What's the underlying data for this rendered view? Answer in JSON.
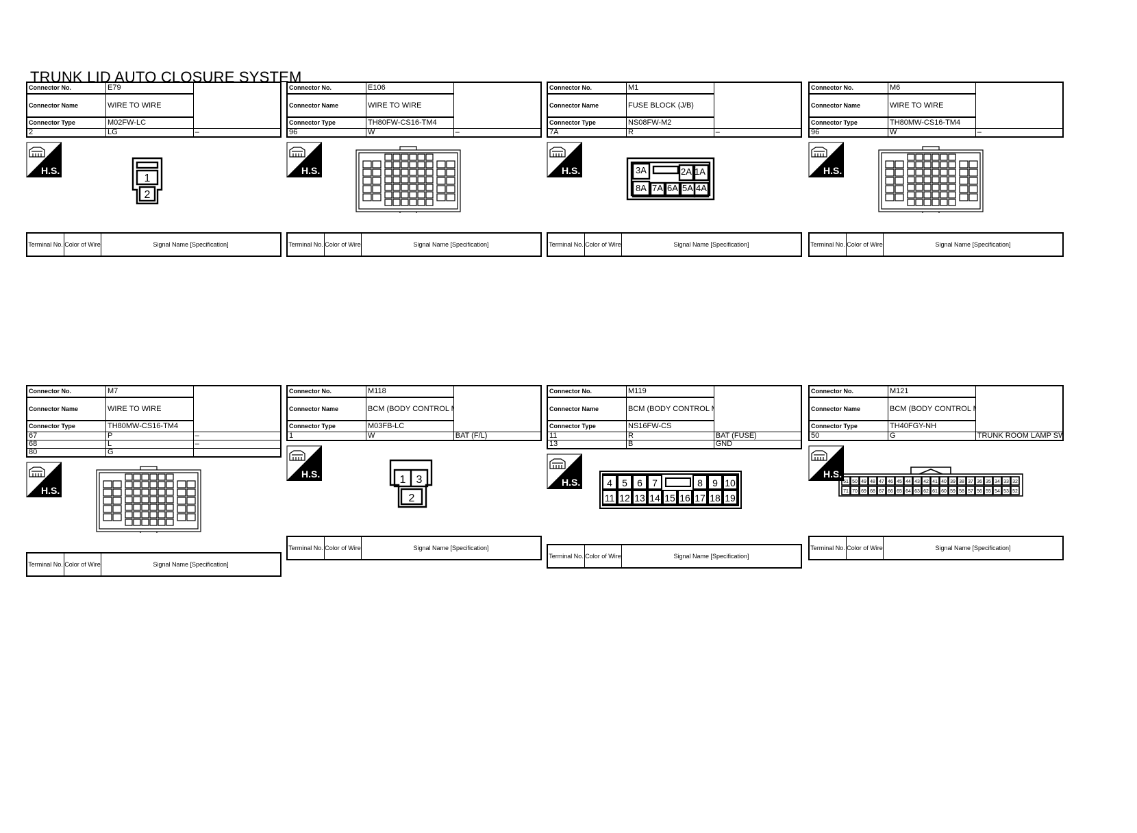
{
  "page_title": "TRUNK LID AUTO CLOSURE SYSTEM",
  "labels": {
    "connector_no": "Connector No.",
    "connector_name": "Connector Name",
    "connector_type": "Connector Type",
    "terminal_no": "Terminal No.",
    "color_of_wire": "Color of Wire",
    "signal_name": "Signal Name [Specification]",
    "hs_badge": "H.S."
  },
  "connectors": [
    {
      "no": "E79",
      "name": "WIRE TO WIRE",
      "type": "M02FW-LC",
      "icon": "connector-2pin-icon",
      "pins": [
        "1",
        "2"
      ],
      "terminals": [
        {
          "terminal": "2",
          "color": "LG",
          "signal": "–"
        }
      ]
    },
    {
      "no": "E106",
      "name": "WIRE TO WIRE",
      "type": "TH80FW-CS16-TM4",
      "icon": "connector-80pin-female-icon",
      "pins": [],
      "terminals": [
        {
          "terminal": "96",
          "color": "W",
          "signal": "–"
        }
      ]
    },
    {
      "no": "M1",
      "name": "FUSE BLOCK (J/B)",
      "type": "NS08FW-M2",
      "icon": "fuse-block-connector-icon",
      "pins": [
        "3A",
        "2A",
        "1A",
        "8A",
        "7A",
        "6A",
        "5A",
        "4A"
      ],
      "terminals": [
        {
          "terminal": "7A",
          "color": "R",
          "signal": "–"
        }
      ]
    },
    {
      "no": "M6",
      "name": "WIRE TO WIRE",
      "type": "TH80MW-CS16-TM4",
      "icon": "connector-80pin-male-icon",
      "pins": [],
      "terminals": [
        {
          "terminal": "96",
          "color": "W",
          "signal": "–"
        }
      ]
    },
    {
      "no": "M7",
      "name": "WIRE TO WIRE",
      "type": "TH80MW-CS16-TM4",
      "icon": "connector-80pin-male-icon",
      "pins": [],
      "terminals": [
        {
          "terminal": "67",
          "color": "P",
          "signal": "–"
        },
        {
          "terminal": "68",
          "color": "L",
          "signal": "–"
        },
        {
          "terminal": "80",
          "color": "G",
          "signal": ""
        }
      ]
    },
    {
      "no": "M118",
      "name": "BCM (BODY CONTROL MODULE)",
      "type": "M03FB-LC",
      "icon": "connector-3pin-icon",
      "pins": [
        "1",
        "3",
        "2"
      ],
      "terminals": [
        {
          "terminal": "1",
          "color": "W",
          "signal": "BAT (F/L)"
        }
      ]
    },
    {
      "no": "M119",
      "name": "BCM (BODY CONTROL MODULE)",
      "type": "NS16FW-CS",
      "icon": "connector-16pin-icon",
      "pins": [
        "4",
        "5",
        "6",
        "7",
        "8",
        "9",
        "10",
        "11",
        "12",
        "13",
        "14",
        "15",
        "16",
        "17",
        "18",
        "19"
      ],
      "terminals": [
        {
          "terminal": "11",
          "color": "R",
          "signal": "BAT (FUSE)"
        },
        {
          "terminal": "13",
          "color": "B",
          "signal": "GND"
        }
      ]
    },
    {
      "no": "M121",
      "name": "BCM (BODY CONTROL MODULE)",
      "type": "TH40FGY-NH",
      "icon": "connector-40pin-icon",
      "pins": [
        "51",
        "50",
        "49",
        "48",
        "47",
        "46",
        "45",
        "44",
        "43",
        "42",
        "41",
        "40",
        "39",
        "38",
        "37",
        "36",
        "35",
        "34",
        "33",
        "32",
        "71",
        "70",
        "69",
        "68",
        "67",
        "66",
        "65",
        "64",
        "63",
        "62",
        "61",
        "60",
        "59",
        "58",
        "57",
        "56",
        "55",
        "54",
        "53",
        "52"
      ],
      "terminals": [
        {
          "terminal": "50",
          "color": "G",
          "signal": "TRUNK ROOM LAMP SW"
        }
      ]
    }
  ]
}
